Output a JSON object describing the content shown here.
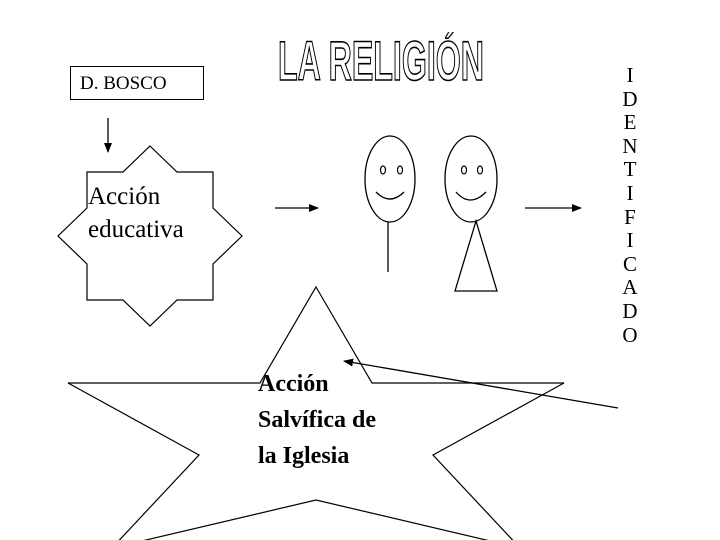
{
  "title": "LA RELIGIÓN",
  "founder_box": "D. BOSCO",
  "educational_action": [
    "Acción",
    "educativa"
  ],
  "salvific_action": [
    "Acción",
    "Salvífica de",
    "la Iglesia"
  ],
  "vertical_word": "IDENTIFICADO",
  "colors": {
    "stroke": "#000000",
    "title_fill": "#ffffff",
    "background": "#ffffff"
  },
  "icons": [
    "smiley-face-icon",
    "smiley-face-icon"
  ]
}
